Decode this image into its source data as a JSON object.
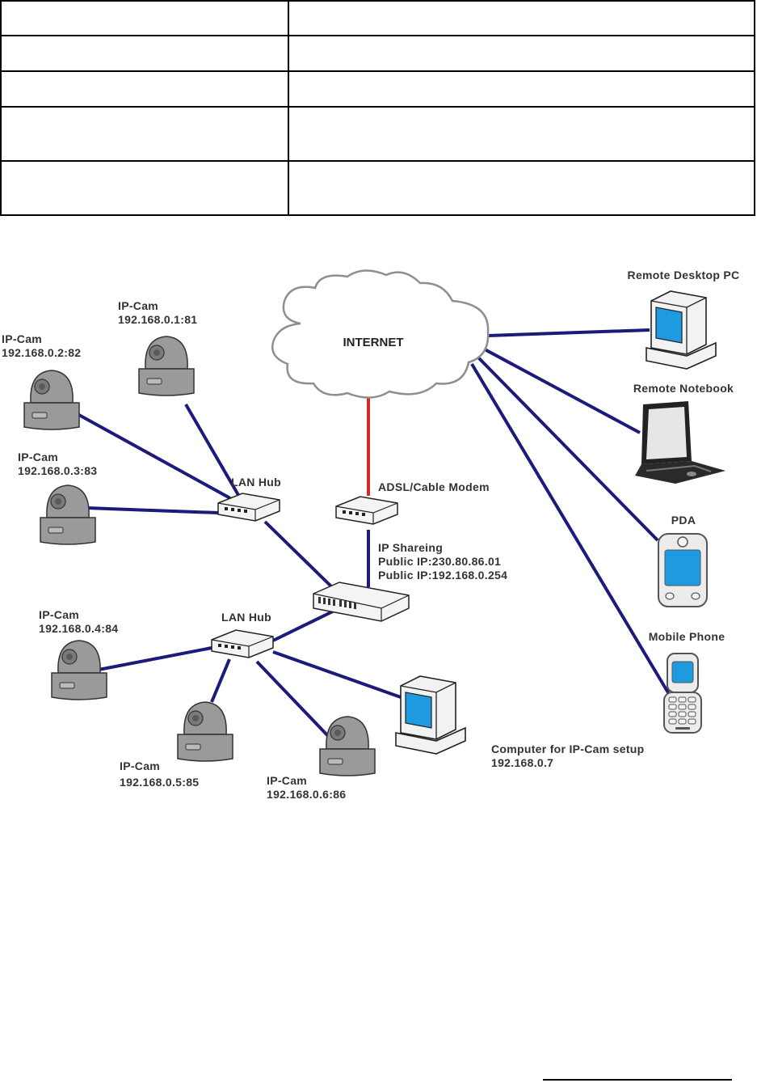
{
  "table": {
    "rows": [
      {
        "label": "",
        "value": ""
      },
      {
        "label": "",
        "value": ""
      },
      {
        "label": "",
        "value": ""
      },
      {
        "label": "",
        "value": ""
      },
      {
        "label": "",
        "value": ""
      }
    ]
  },
  "diagram": {
    "colors": {
      "link": "#1c1a7a",
      "wan_link": "#d42a2a",
      "screen": "#1e9be0",
      "device_gray": "#9a9a9a"
    },
    "internet": {
      "label": "INTERNET"
    },
    "modem": {
      "label": "ADSL/Cable Modem"
    },
    "router": {
      "lines": [
        "IP Shareing",
        "Public IP:230.80.86.01",
        "Public IP:192.168.0.254"
      ]
    },
    "hubs": [
      {
        "label": "LAN Hub"
      },
      {
        "label": "LAN Hub"
      }
    ],
    "cameras": [
      {
        "name": "IP-Cam",
        "address": "192.168.0.1:81"
      },
      {
        "name": "IP-Cam",
        "address": "192.168.0.2:82"
      },
      {
        "name": "IP-Cam",
        "address": "192.168.0.3:83"
      },
      {
        "name": "IP-Cam",
        "address": "192.168.0.4:84"
      },
      {
        "name": "IP-Cam",
        "address": "192.168.0.5:85"
      },
      {
        "name": "IP-Cam",
        "address": "192.168.0.6:86"
      }
    ],
    "setup_computer": {
      "label": "Computer for IP-Cam setup",
      "address": "192.168.0.7"
    },
    "remote_devices": [
      {
        "label": "Remote Desktop PC"
      },
      {
        "label": "Remote Notebook"
      },
      {
        "label": "PDA"
      },
      {
        "label": "Mobile Phone"
      }
    ]
  }
}
